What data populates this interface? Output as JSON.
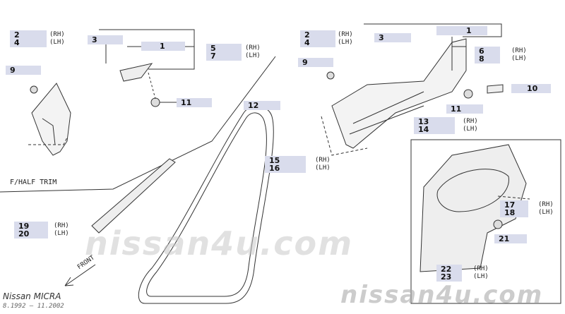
{
  "brand": {
    "model": "Nissan MICRA",
    "period": "8.1992 — 11.2002",
    "watermark": "nissan4u.com"
  },
  "labels": {
    "half_trim": "F/HALF TRIM",
    "front": "FRONT"
  },
  "side": {
    "rh": "(RH)",
    "lh": "(LH)"
  },
  "parts": {
    "p2_4a": {
      "a": "2",
      "b": "4"
    },
    "p9a": "9",
    "p3a": "3",
    "p1a": "1",
    "p5_7": {
      "a": "5",
      "b": "7"
    },
    "p11a": "11",
    "p12": "12",
    "p2_4b": {
      "a": "2",
      "b": "4"
    },
    "p3b": "3",
    "p1b": "1",
    "p9b": "9",
    "p6_8": {
      "a": "6",
      "b": "8"
    },
    "p10": "10",
    "p11b": "11",
    "p13_14": {
      "a": "13",
      "b": "14"
    },
    "p15_16": {
      "a": "15",
      "b": "16"
    },
    "p17_18": {
      "a": "17",
      "b": "18"
    },
    "p21": "21",
    "p19_20": {
      "a": "19",
      "b": "20"
    },
    "p22_23": {
      "a": "22",
      "b": "23"
    }
  },
  "colors": {
    "callout_bg": "#d9dcec",
    "line": "#333333",
    "watermark": "#c8c8c8"
  }
}
